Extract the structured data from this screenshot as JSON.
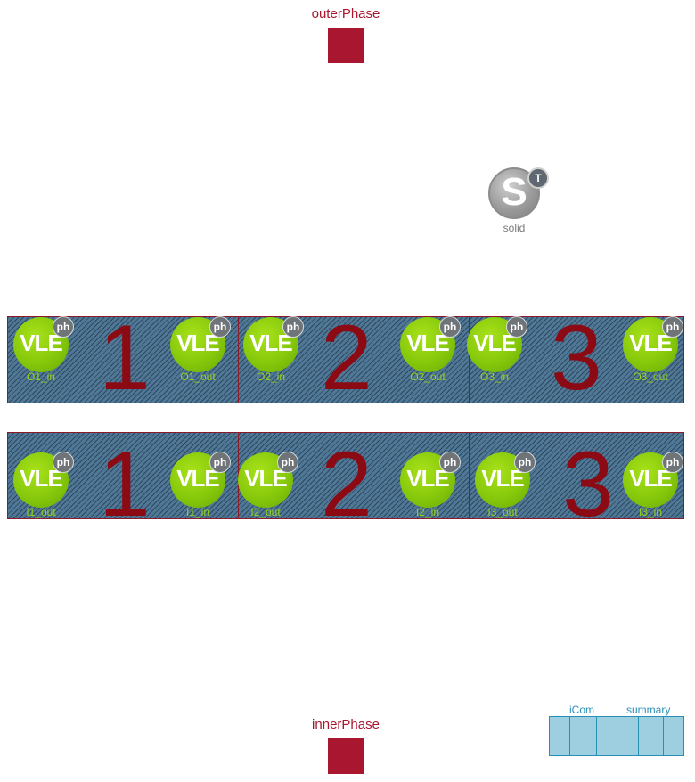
{
  "ports": {
    "outer_label": "outerPhase",
    "inner_label": "innerPhase",
    "color": "#a8172f"
  },
  "solid": {
    "letter": "S",
    "badge": "T",
    "label": "solid"
  },
  "outer_row": {
    "numbers": [
      "1",
      "2",
      "3"
    ],
    "vle": [
      {
        "text": "VLE",
        "badge": "ph",
        "label": "O1_in"
      },
      {
        "text": "VLE",
        "badge": "ph",
        "label": "O1_out"
      },
      {
        "text": "VLE",
        "badge": "ph",
        "label": "O2_in"
      },
      {
        "text": "VLE",
        "badge": "ph",
        "label": "O2_out"
      },
      {
        "text": "VLE",
        "badge": "ph",
        "label": "O3_in"
      },
      {
        "text": "VLE",
        "badge": "ph",
        "label": "O3_out"
      }
    ]
  },
  "inner_row": {
    "numbers": [
      "1",
      "2",
      "3"
    ],
    "vle": [
      {
        "text": "VLE",
        "badge": "ph",
        "label": "I1_out"
      },
      {
        "text": "VLE",
        "badge": "ph",
        "label": "I1_in"
      },
      {
        "text": "VLE",
        "badge": "ph",
        "label": "I2_out"
      },
      {
        "text": "VLE",
        "badge": "ph",
        "label": "I2_in"
      },
      {
        "text": "VLE",
        "badge": "ph",
        "label": "I3_out"
      },
      {
        "text": "VLE",
        "badge": "ph",
        "label": "I3_in"
      }
    ]
  },
  "summary": {
    "icom_label": "iCom",
    "summary_label": "summary"
  },
  "colors": {
    "cell_fill": "#4f7896",
    "cell_border": "#8b1a2a",
    "number": "#8b0a14",
    "vle_green": "#86c80b",
    "vle_label": "#9bd31a",
    "summary_blue": "#2a8fb5"
  },
  "icons": {
    "port": "square-connector-icon",
    "vle": "vle-sensor-icon",
    "ph": "ph-badge-icon",
    "solid": "solid-s-icon",
    "t": "temperature-badge-icon"
  }
}
